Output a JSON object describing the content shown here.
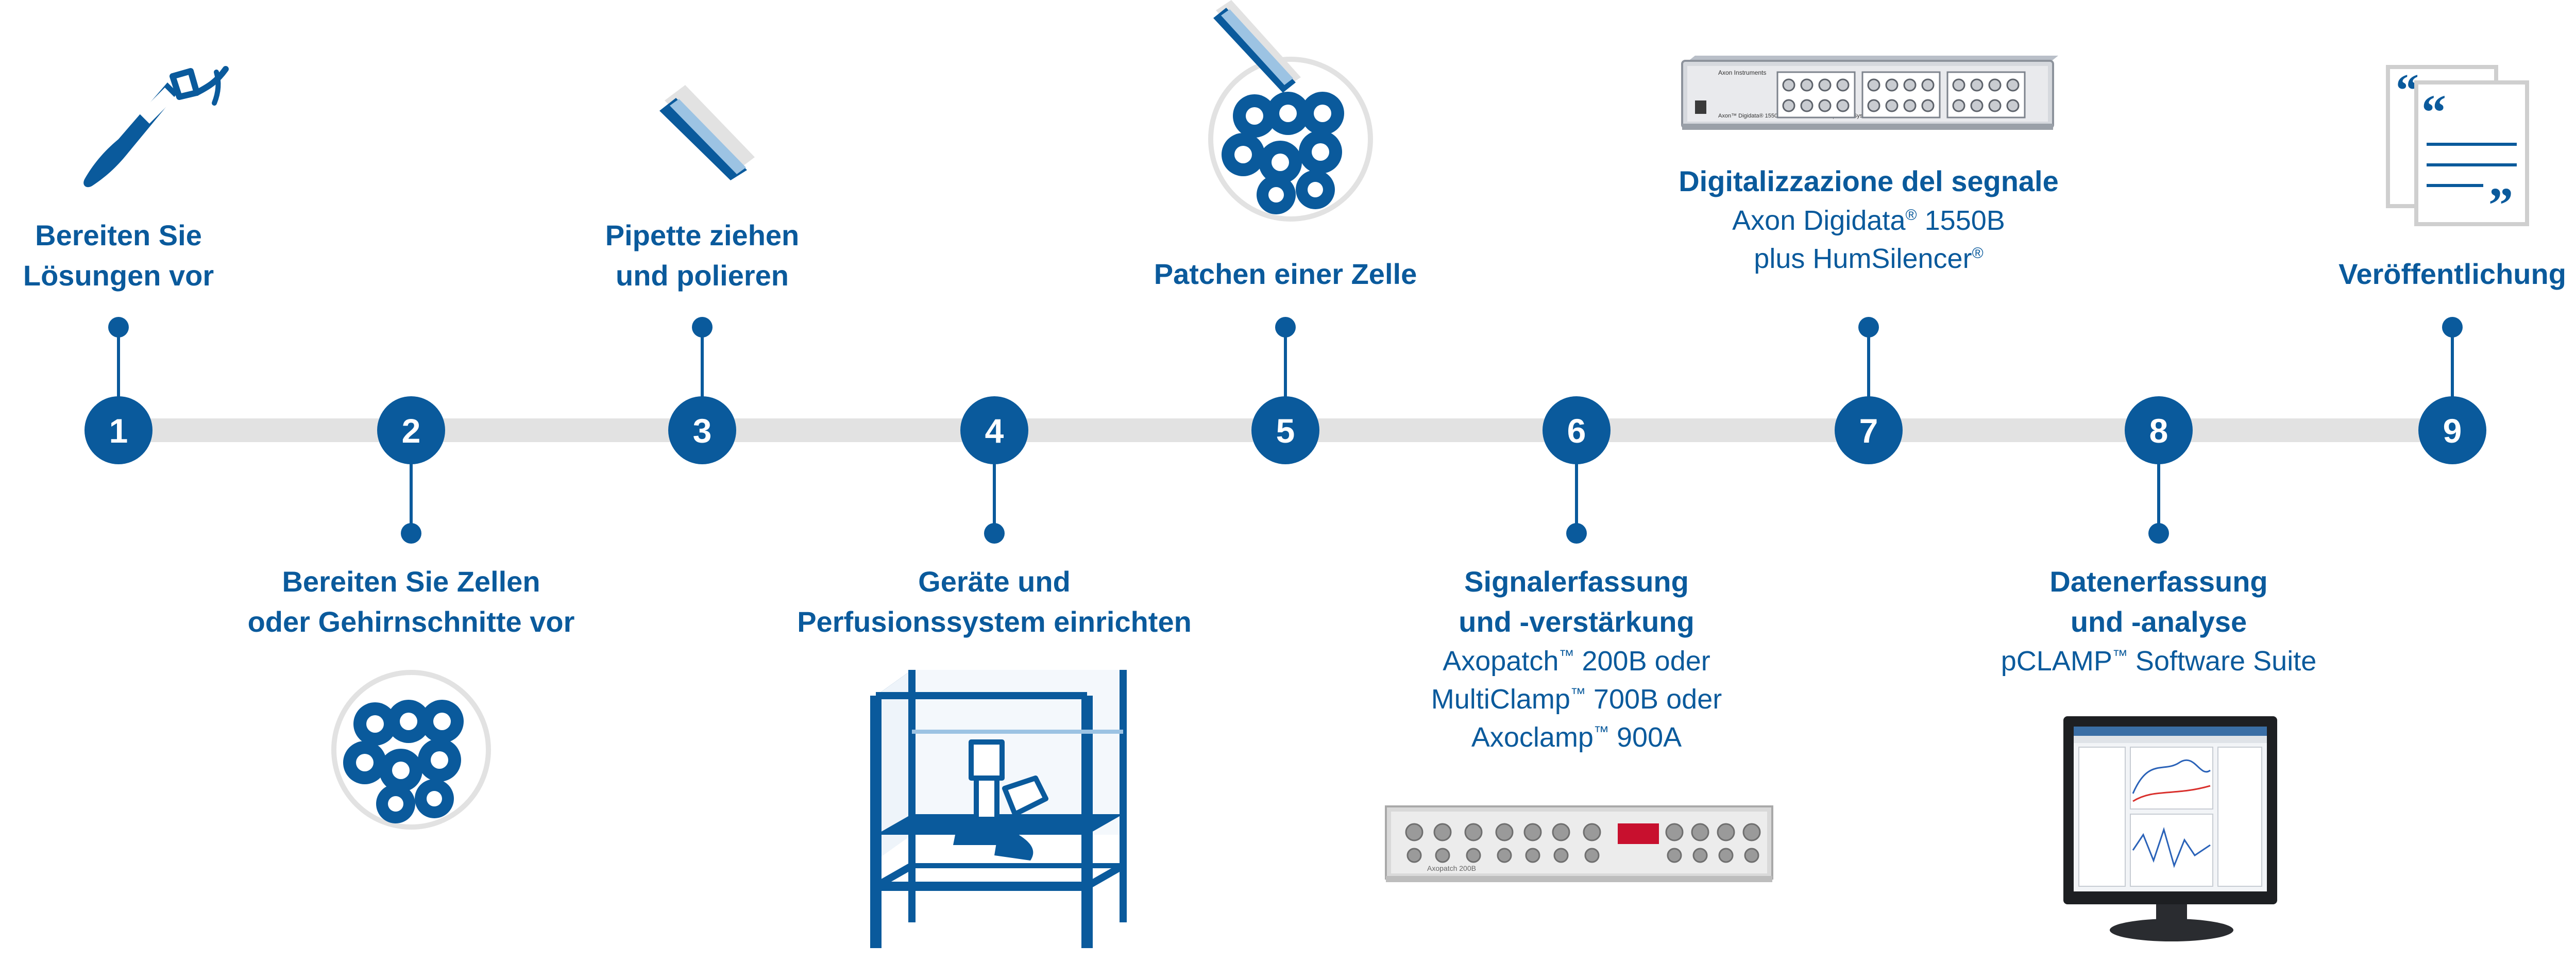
{
  "colors": {
    "primary": "#0a5a9c",
    "track": "#e2e2e2",
    "accent_light": "#9cc3e3"
  },
  "steps": [
    {
      "number": "1",
      "title": [
        "Bereiten Sie",
        "Lösungen vor"
      ],
      "subtitle": [],
      "icon": "pipette-tip-icon"
    },
    {
      "number": "2",
      "title": [
        "Bereiten Sie Zellen",
        "oder Gehirnschnitte vor"
      ],
      "subtitle": [],
      "icon": "cells-icon"
    },
    {
      "number": "3",
      "title": [
        "Pipette ziehen",
        "und polieren"
      ],
      "subtitle": [],
      "icon": "glass-pipette-icon"
    },
    {
      "number": "4",
      "title": [
        "Geräte und",
        "Perfusionssystem einrichten"
      ],
      "subtitle": [],
      "icon": "rig-microscope-icon"
    },
    {
      "number": "5",
      "title": [
        "Patchen einer Zelle"
      ],
      "subtitle": [],
      "icon": "patch-cell-icon"
    },
    {
      "number": "6",
      "title": [
        "Signalerfassung",
        "und -verstärkung"
      ],
      "subtitle": [
        "Axopatch™ 200B oder",
        "MultiClamp™ 700B oder",
        "Axoclamp™ 900A"
      ],
      "icon": "amplifier-icon"
    },
    {
      "number": "7",
      "title": [
        "Digitalizzazione del segnale"
      ],
      "subtitle": [
        "Axon Digidata® 1550B",
        "plus HumSilencer®"
      ],
      "icon": "digitizer-icon"
    },
    {
      "number": "8",
      "title": [
        "Datenerfassung",
        "und -analyse"
      ],
      "subtitle": [
        "pCLAMP™ Software Suite"
      ],
      "icon": "computer-monitor-icon"
    },
    {
      "number": "9",
      "title": [
        "Veröffentlichung"
      ],
      "subtitle": [],
      "icon": "publication-icon"
    }
  ],
  "device_labels": {
    "digitizer_brand": "Axon Instruments",
    "digitizer_model": "Axon™ Digidata® 1550A Low-Noise Data Acquisition System",
    "amplifier_brand": "Axopatch 200B"
  }
}
